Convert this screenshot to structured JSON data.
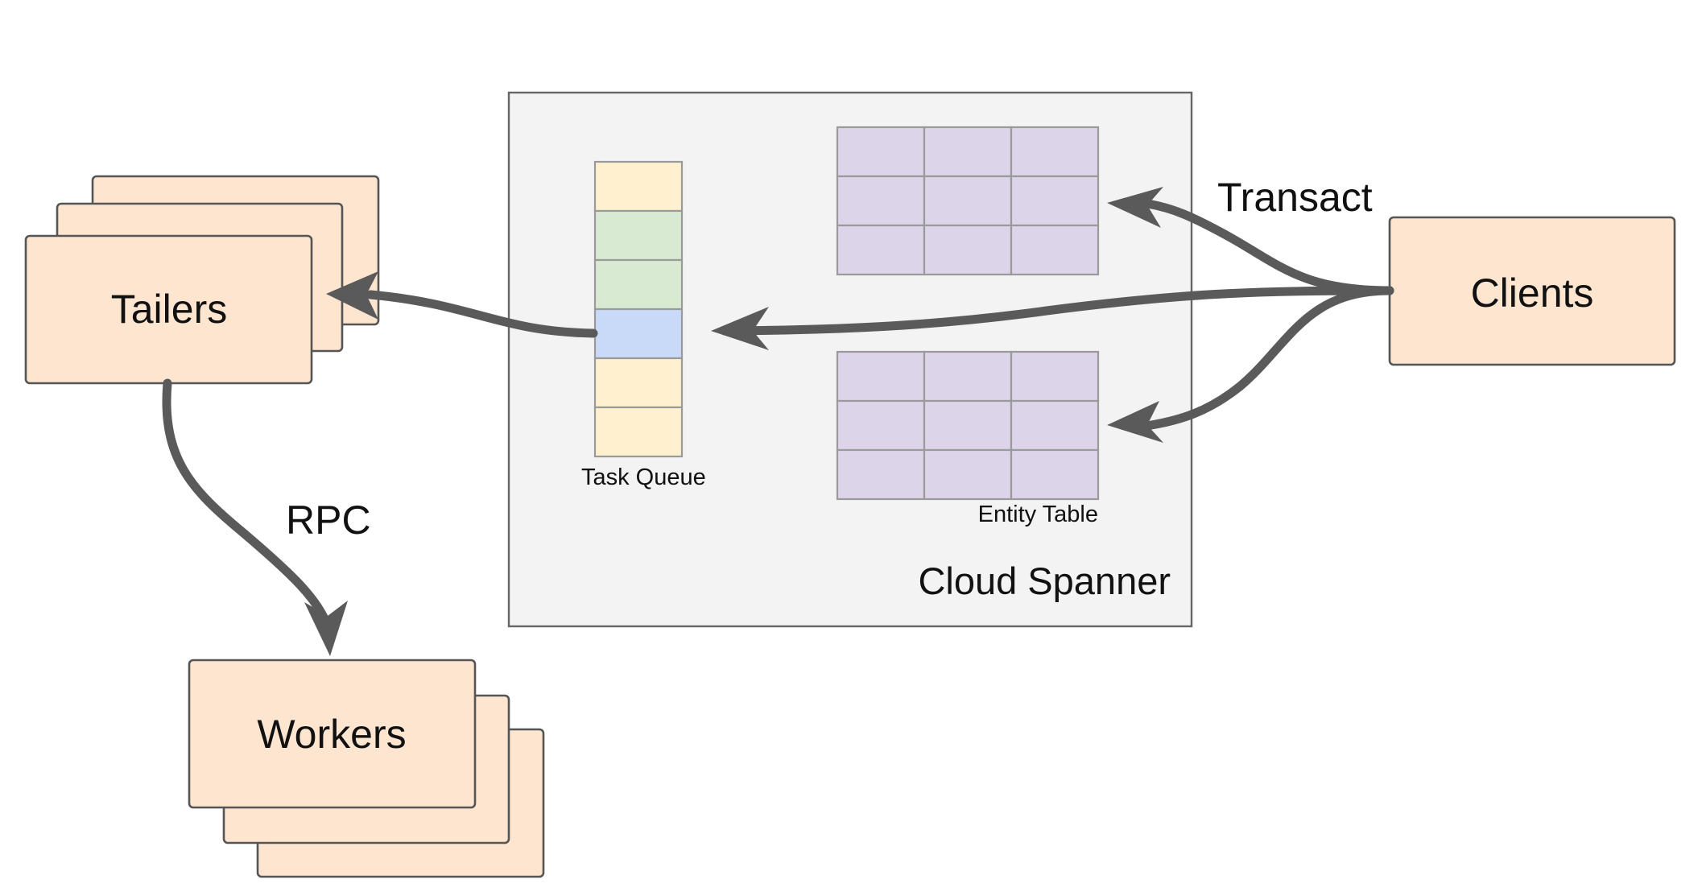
{
  "nodes": {
    "tailers": "Tailers",
    "workers": "Workers",
    "clients": "Clients",
    "cloud_spanner": "Cloud Spanner",
    "task_queue": "Task Queue",
    "entity_table": "Entity Table"
  },
  "edges": {
    "rpc": "RPC",
    "transact": "Transact"
  },
  "task_queue_cells": [
    "#fff0cf",
    "#d9ead3",
    "#d9ead3",
    "#c9daf8",
    "#fff0cf",
    "#fff0cf"
  ],
  "colors": {
    "node_fill": "#fde5cf",
    "spanner_fill": "#f3f3f3",
    "table_fill": "#dcd5ea",
    "arrow": "#5a5a5a"
  }
}
